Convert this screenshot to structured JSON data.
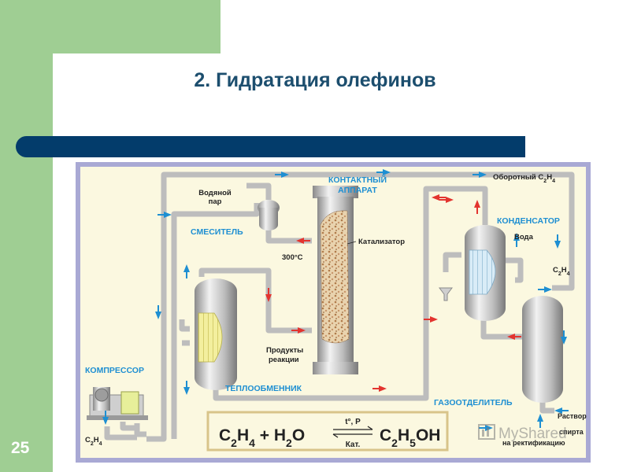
{
  "slide": {
    "title": "2. Гидратация олефинов",
    "page_number": "25"
  },
  "diagram": {
    "labels": {
      "kontakt_1": "КОНТАКТНЫЙ",
      "kontakt_2": "АППАРАТ",
      "oborotny": "Оборотный C",
      "vodyanoy_1": "Водяной",
      "vodyanoy_2": "пар",
      "smesitel": "СМЕСИТЕЛЬ",
      "katalizator": "Катализатор",
      "temp": "300°C",
      "kondensator": "КОНДЕНСАТОР",
      "voda": "Вода",
      "c2h4_right": "C",
      "kompressor": "КОМПРЕССОР",
      "produkty_1": "Продукты",
      "produkty_2": "реакции",
      "teploobmennik": "ТЕПЛООБМЕННИК",
      "gazootdelitel": "ГАЗООТДЕЛИТЕЛЬ",
      "rastvor_1": "Раствор",
      "rastvor_2": "спирта",
      "rastvor_3": "на ректификацию",
      "c2h4_left": "C"
    },
    "equation": {
      "left": "C",
      "conditions_top": "t°, P",
      "conditions_bottom": "Кат.",
      "right": "C"
    },
    "watermark": "MyShared"
  },
  "colors": {
    "background_panel": "#fbf8e0",
    "frame": "#a9a9d4",
    "pipe": "#c2c2c2",
    "label_blue": "#1e8fd2",
    "arrow_red": "#e3342f",
    "arrow_blue": "#1e8fd2",
    "title": "#1c4e6e",
    "rule": "#033c6b",
    "side_green": "#9fce93"
  }
}
